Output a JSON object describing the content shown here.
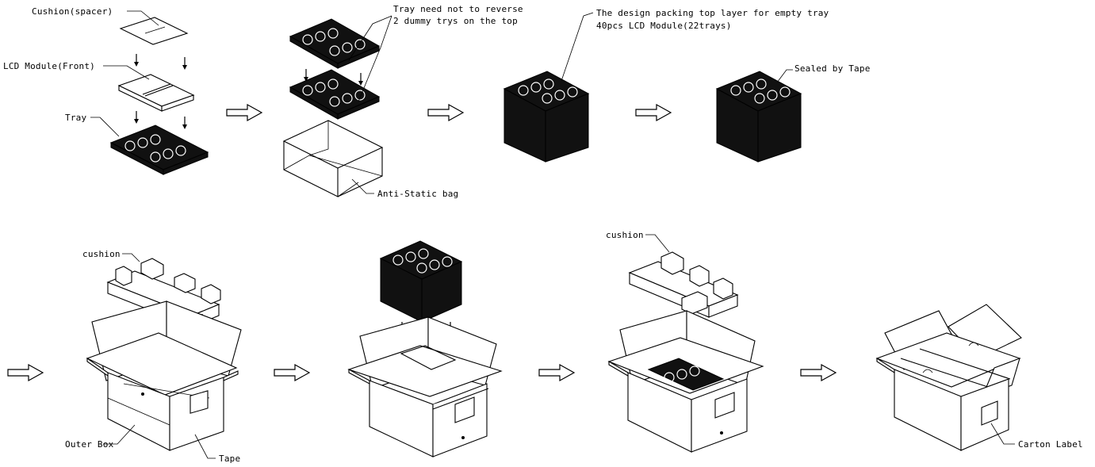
{
  "labels": {
    "cushion_spacer": "Cushion(spacer)",
    "lcd_module_front": "LCD Module(Front)",
    "tray": "Tray",
    "tray_note_line1": "Tray need not to reverse",
    "tray_note_line2": "2 dummy trys on the top",
    "anti_static_bag": "Anti-Static bag",
    "design_note_line1": "The design packing top layer for empty tray",
    "design_note_line2": "40pcs LCD Module(22trays)",
    "sealed_by_tape": "Sealed by Tape",
    "cushion_1": "cushion",
    "cushion_2": "cushion",
    "outer_box": "Outer Box",
    "tape": "Tape",
    "carton_label": "Carton Label"
  },
  "colors": {
    "ink": "#000000",
    "background": "#ffffff"
  },
  "icons": [
    "right-arrow-icon"
  ]
}
